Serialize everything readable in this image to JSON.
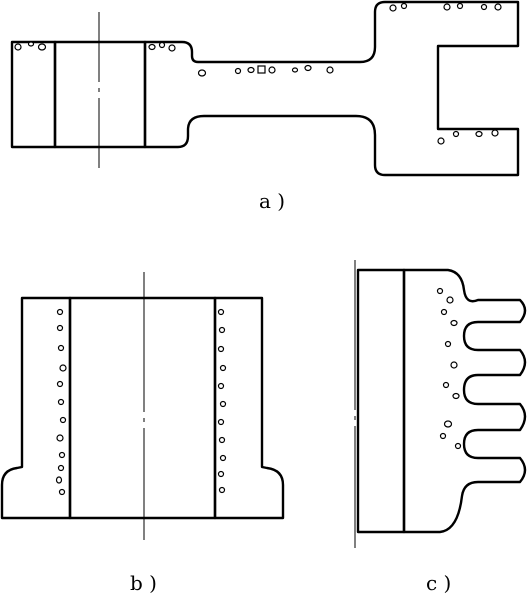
{
  "figure": {
    "captions": {
      "a": "a )",
      "b": "b )",
      "c": "c )"
    }
  }
}
